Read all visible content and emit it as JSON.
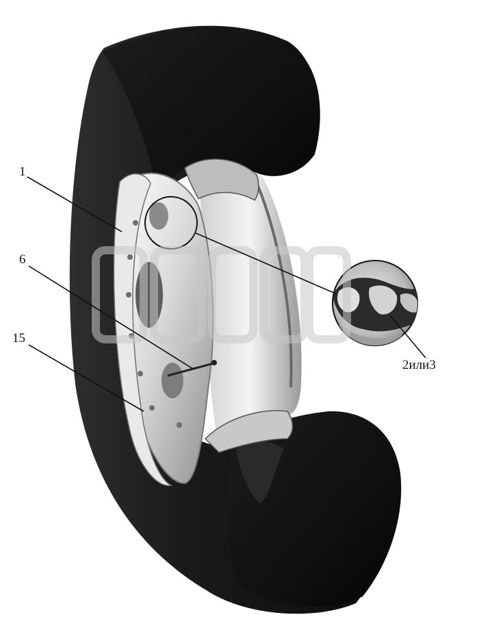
{
  "callouts": {
    "rim": "1",
    "valve": "6",
    "tire": "15",
    "detail": "2или3"
  },
  "watermark": {
    "trademark": "™"
  },
  "colors": {
    "tire_dark": "#141414",
    "tire_mid": "#3a3a3a",
    "rim_light": "#f2f2f2",
    "rim_shadow": "#8c8c8c",
    "leader_line": "#111111",
    "watermark": "#c8c8c8"
  }
}
